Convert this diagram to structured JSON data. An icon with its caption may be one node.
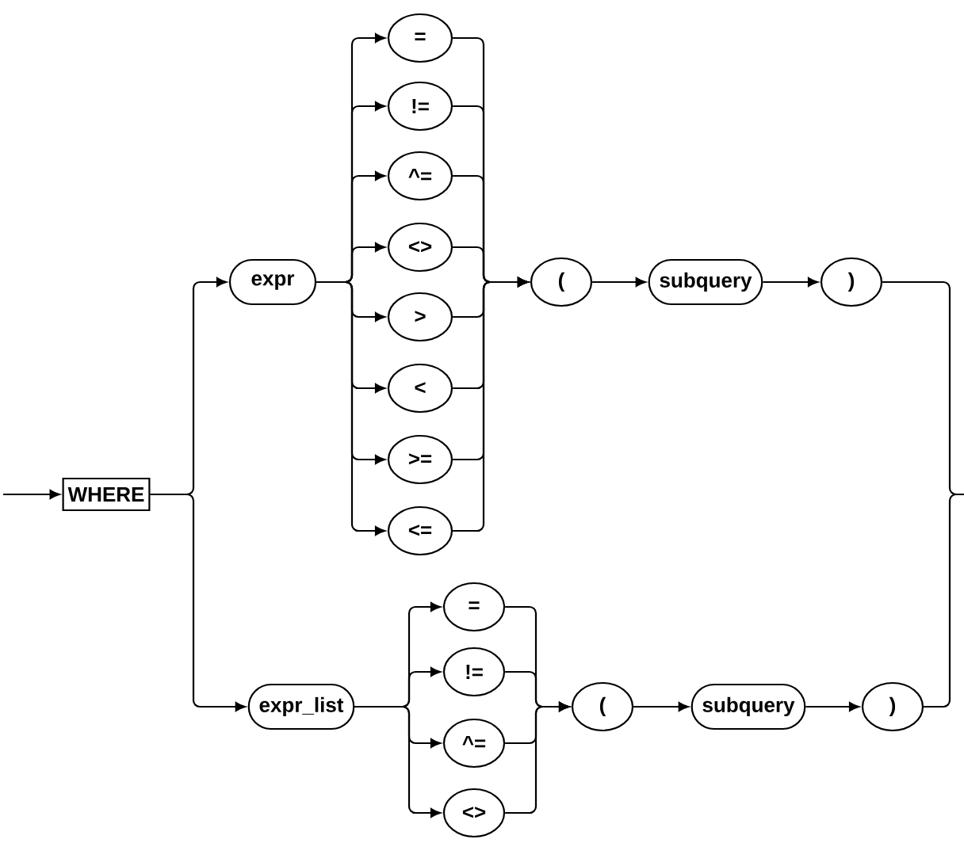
{
  "diagram": {
    "nodes": [
      {
        "text": [
          "WHERE"
        ]
      },
      {
        "text": [
          "expr"
        ]
      },
      {
        "text": [
          "="
        ]
      },
      {
        "text": [
          "!="
        ]
      },
      {
        "text": [
          "^="
        ]
      },
      {
        "text": [
          "<>"
        ]
      },
      {
        "text": [
          ">"
        ]
      },
      {
        "text": [
          "<"
        ]
      },
      {
        "text": [
          ">="
        ]
      },
      {
        "text": [
          "<="
        ]
      },
      {
        "text": [
          "("
        ]
      },
      {
        "text": [
          "subquery"
        ]
      },
      {
        "text": [
          ")"
        ]
      },
      {
        "text": [
          "expr_list"
        ]
      },
      {
        "text": [
          "="
        ]
      },
      {
        "text": [
          "!="
        ]
      },
      {
        "text": [
          "^="
        ]
      },
      {
        "text": [
          "<>"
        ]
      },
      {
        "text": [
          "("
        ]
      },
      {
        "text": [
          "subquery"
        ]
      },
      {
        "text": [
          ")"
        ]
      }
    ],
    "edges": [
      {
        "from": null,
        "to": 0,
        "arrow": "to"
      },
      {
        "from": 0,
        "to": 1,
        "arrow": "to"
      },
      {
        "from": 0,
        "to": 13,
        "arrow": "to"
      },
      {
        "from": 1,
        "to": 2,
        "arrow": "to"
      },
      {
        "from": 1,
        "to": 3,
        "arrow": "to"
      },
      {
        "from": 1,
        "to": 4,
        "arrow": "to"
      },
      {
        "from": 1,
        "to": 5,
        "arrow": "to"
      },
      {
        "from": 1,
        "to": 6,
        "arrow": "to"
      },
      {
        "from": 1,
        "to": 7,
        "arrow": "to"
      },
      {
        "from": 1,
        "to": 8,
        "arrow": "to"
      },
      {
        "from": 1,
        "to": 9,
        "arrow": "to"
      },
      {
        "from": 2,
        "to": 10,
        "arrow": "to"
      },
      {
        "from": 3,
        "to": 10,
        "arrow": "to"
      },
      {
        "from": 4,
        "to": 10,
        "arrow": "to"
      },
      {
        "from": 5,
        "to": 10,
        "arrow": "to"
      },
      {
        "from": 6,
        "to": 10,
        "arrow": "to"
      },
      {
        "from": 7,
        "to": 10,
        "arrow": "to"
      },
      {
        "from": 8,
        "to": 10,
        "arrow": "to"
      },
      {
        "from": 9,
        "to": 10,
        "arrow": "to"
      },
      {
        "from": 10,
        "to": 11,
        "arrow": "to"
      },
      {
        "from": 11,
        "to": 12,
        "arrow": "to"
      },
      {
        "from": 12,
        "to": null,
        "arrow": "none"
      },
      {
        "from": 13,
        "to": 14,
        "arrow": "to"
      },
      {
        "from": 13,
        "to": 15,
        "arrow": "to"
      },
      {
        "from": 13,
        "to": 16,
        "arrow": "to"
      },
      {
        "from": 13,
        "to": 17,
        "arrow": "to"
      },
      {
        "from": 14,
        "to": 18,
        "arrow": "to"
      },
      {
        "from": 15,
        "to": 18,
        "arrow": "to"
      },
      {
        "from": 16,
        "to": 18,
        "arrow": "to"
      },
      {
        "from": 17,
        "to": 18,
        "arrow": "to"
      },
      {
        "from": 18,
        "to": 19,
        "arrow": "to"
      },
      {
        "from": 19,
        "to": 20,
        "arrow": "to"
      },
      {
        "from": 20,
        "to": null,
        "arrow": "none"
      }
    ]
  }
}
